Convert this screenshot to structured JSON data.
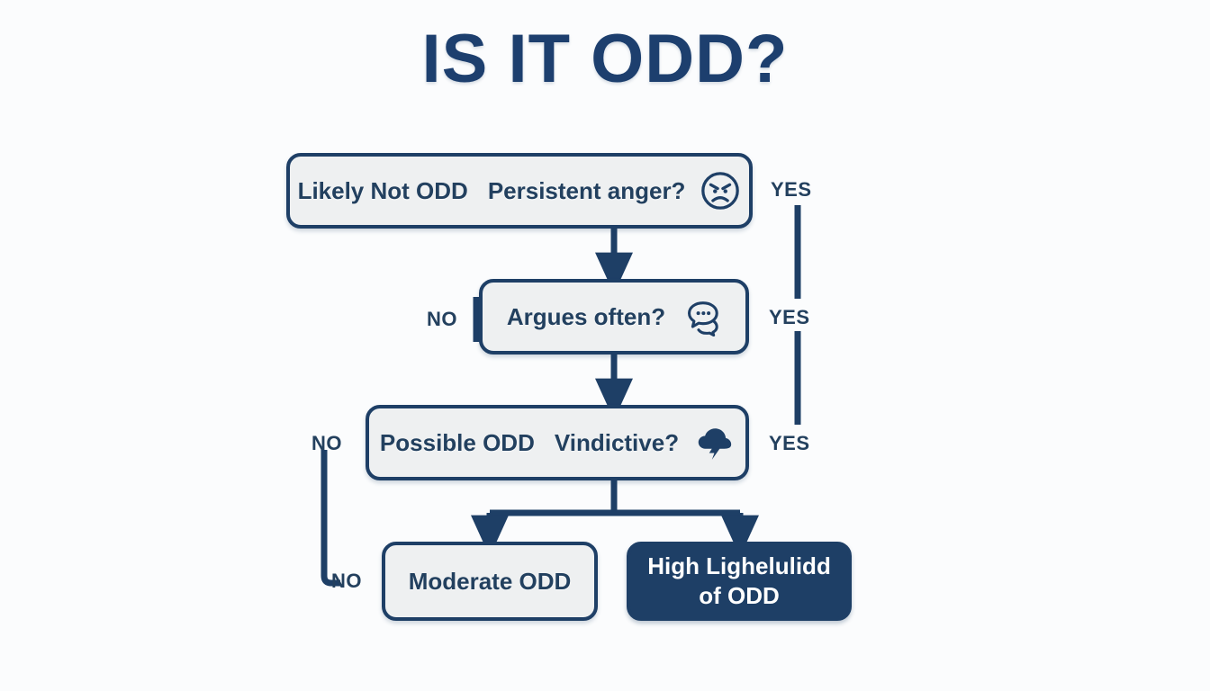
{
  "page": {
    "title": "IS IT ODD?",
    "background_color": "#fbfcfd",
    "accent_color": "#1e3f66",
    "box_fill_color": "#eef0f1",
    "dark_box_fill_color": "#1e3f66"
  },
  "flowchart": {
    "nodes": [
      {
        "id": "persistent-anger",
        "lead_label": "Likely Not ODD",
        "label": "Persistent anger?",
        "icon": "angry-face-icon",
        "type": "decision"
      },
      {
        "id": "argues-often",
        "lead_label": "",
        "label": "Argues often?",
        "icon": "speech-bubbles-icon",
        "type": "decision"
      },
      {
        "id": "vindictive",
        "lead_label": "Possible ODD",
        "label": "Vindictive?",
        "icon": "storm-cloud-icon",
        "type": "decision"
      },
      {
        "id": "moderate-odd",
        "label": "Moderate ODD",
        "type": "outcome-light"
      },
      {
        "id": "high-odd",
        "label_line1": "High Lighelulidd",
        "label_line2": "of ODD",
        "type": "outcome-dark"
      }
    ],
    "branch_labels": {
      "yes_1": "YES",
      "yes_2": "YES",
      "yes_3": "YES",
      "no_1": "NO",
      "no_2": "NO",
      "no_3": "NO"
    }
  }
}
